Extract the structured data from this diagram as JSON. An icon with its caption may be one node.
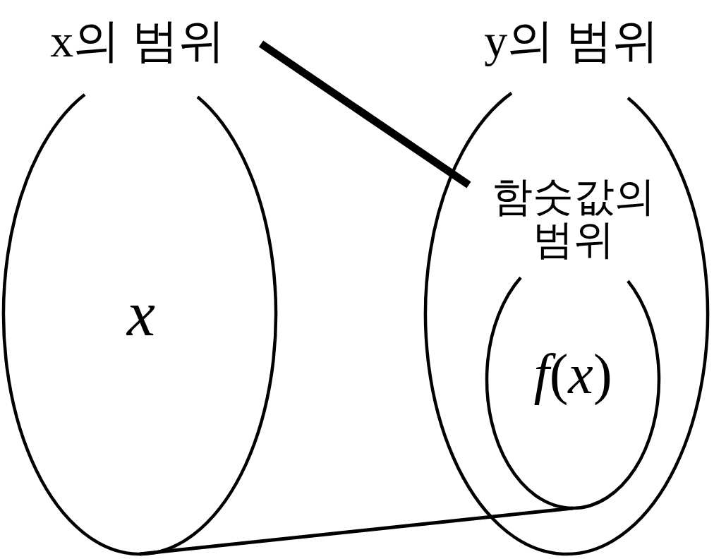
{
  "diagram": {
    "nodes": [
      {
        "text": [
          "x의 범위",
          "x"
        ]
      },
      {
        "text": [
          "y의 범위"
        ]
      },
      {
        "text": [
          "함숫값의 범위",
          "*f*(*x*)"
        ],
        "in": 1
      }
    ],
    "edges": [
      {
        "from": 0,
        "to": 2,
        "arrow": "none",
        "style": "thick"
      },
      {
        "from": 0,
        "to": 2,
        "arrow": "none"
      }
    ]
  }
}
